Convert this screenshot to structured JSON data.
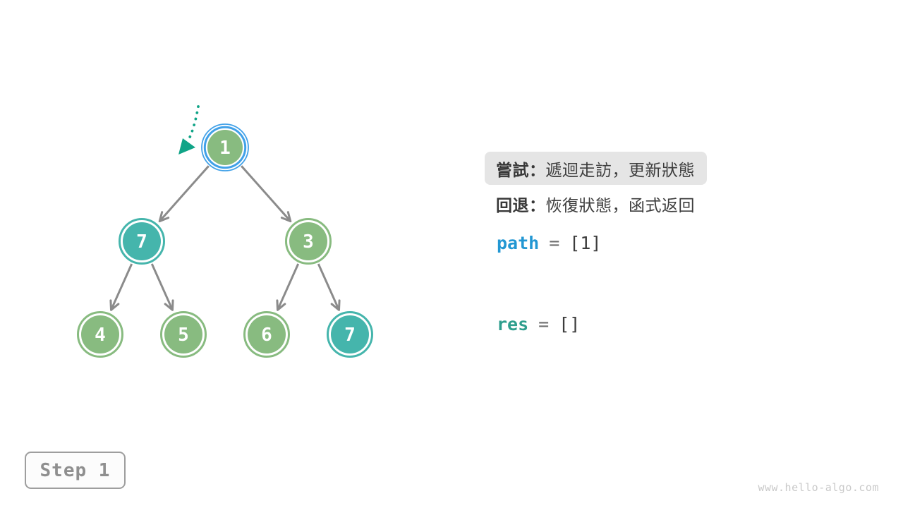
{
  "tree": {
    "nodes": [
      {
        "label": "1",
        "state": "current-green",
        "role": "root"
      },
      {
        "label": "7",
        "state": "teal"
      },
      {
        "label": "3",
        "state": "green"
      },
      {
        "label": "4",
        "state": "green"
      },
      {
        "label": "5",
        "state": "green"
      },
      {
        "label": "6",
        "state": "green"
      },
      {
        "label": "7",
        "state": "teal"
      }
    ],
    "edges": [
      [
        0,
        1
      ],
      [
        0,
        2
      ],
      [
        1,
        3
      ],
      [
        1,
        4
      ],
      [
        2,
        5
      ],
      [
        2,
        6
      ]
    ],
    "pointer_target_label": "1"
  },
  "legend": {
    "try": {
      "label": "嘗試：",
      "text": "遞迴走訪，更新狀態",
      "highlighted": true
    },
    "backtrack": {
      "label": "回退：",
      "text": "恢復狀態，函式返回",
      "highlighted": false
    }
  },
  "variables": {
    "path": {
      "name": "path",
      "eq": "=",
      "value": "[1]"
    },
    "res": {
      "name": "res",
      "eq": "=",
      "value": "[]"
    }
  },
  "step_badge": "Step 1",
  "watermark": "www.hello-algo.com",
  "colors": {
    "node_green": "#88BB80",
    "node_teal": "#45B5AC",
    "active_ring_blue": "#41A1E8",
    "edge_gray": "#8B8B8B",
    "pointer_teal": "#10A487",
    "path_blue": "#2297D3",
    "res_teal": "#2E9E8D",
    "highlight_bg": "#E5E5E5",
    "text_dark": "#3C3C3C",
    "background": "#FFFFFF"
  }
}
